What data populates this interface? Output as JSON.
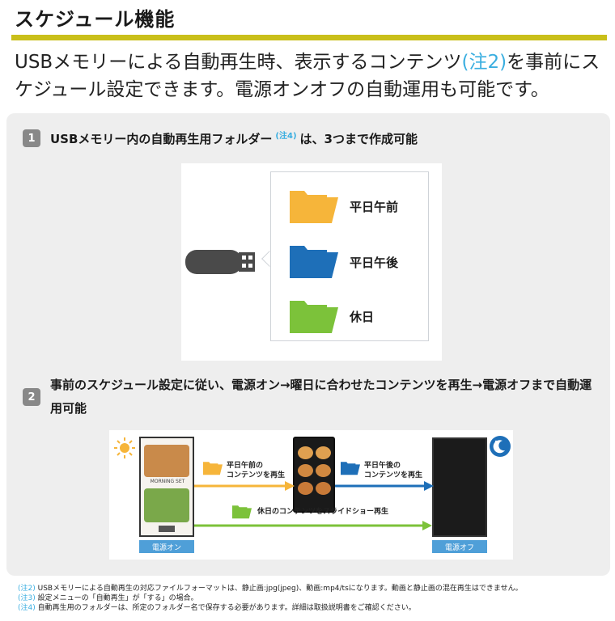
{
  "header": {
    "title": "スケジュール機能"
  },
  "lead": {
    "text_before": "USBメモリーによる自動再生時、表示するコンテンツ",
    "note": "(注2)",
    "text_after": "を事前にスケジュール設定できます。電源オンオフの自動運用も可能です。"
  },
  "step1": {
    "number": "1",
    "text_before": "USBメモリー内の自動再生用フォルダー",
    "note": "(注4)",
    "text_after": "は、3つまで作成可能",
    "folders": [
      {
        "label": "平日午前",
        "color": "#f6b53a"
      },
      {
        "label": "平日午後",
        "color": "#1e6fb8"
      },
      {
        "label": "休日",
        "color": "#7cc23a"
      }
    ]
  },
  "step2": {
    "number": "2",
    "text": "事前のスケジュール設定に従い、電源オン→曜日に合わせたコンテンツを再生→電源オフまで自動運用可能",
    "display_text": "MORNING SET",
    "morning_label_1": "平日午前の",
    "morning_label_2": "コンテンツを再生",
    "afternoon_label_1": "平日午後の",
    "afternoon_label_2": "コンテンツを再生",
    "holiday_label": "休日のコンテンツをスライドショー再生",
    "power_on": "電源オン",
    "power_off": "電源オフ",
    "colors": {
      "orange": "#f6b53a",
      "blue": "#1e6fb8",
      "green": "#7cc23a",
      "tag": "#4f9fd8"
    }
  },
  "footnotes": [
    {
      "tag": "(注2)",
      "text": "USBメモリーによる自動再生の対応ファイルフォーマットは、静止画:jpg(jpeg)、動画:mp4/tsになります。動画と静止画の混在再生はできません。"
    },
    {
      "tag": "(注3)",
      "text": "設定メニューの「自動再生」が「する」の場合。"
    },
    {
      "tag": "(注4)",
      "text": "自動再生用のフォルダーは、所定のフォルダー名で保存する必要があります。詳細は取扱説明書をご確認ください。"
    }
  ]
}
